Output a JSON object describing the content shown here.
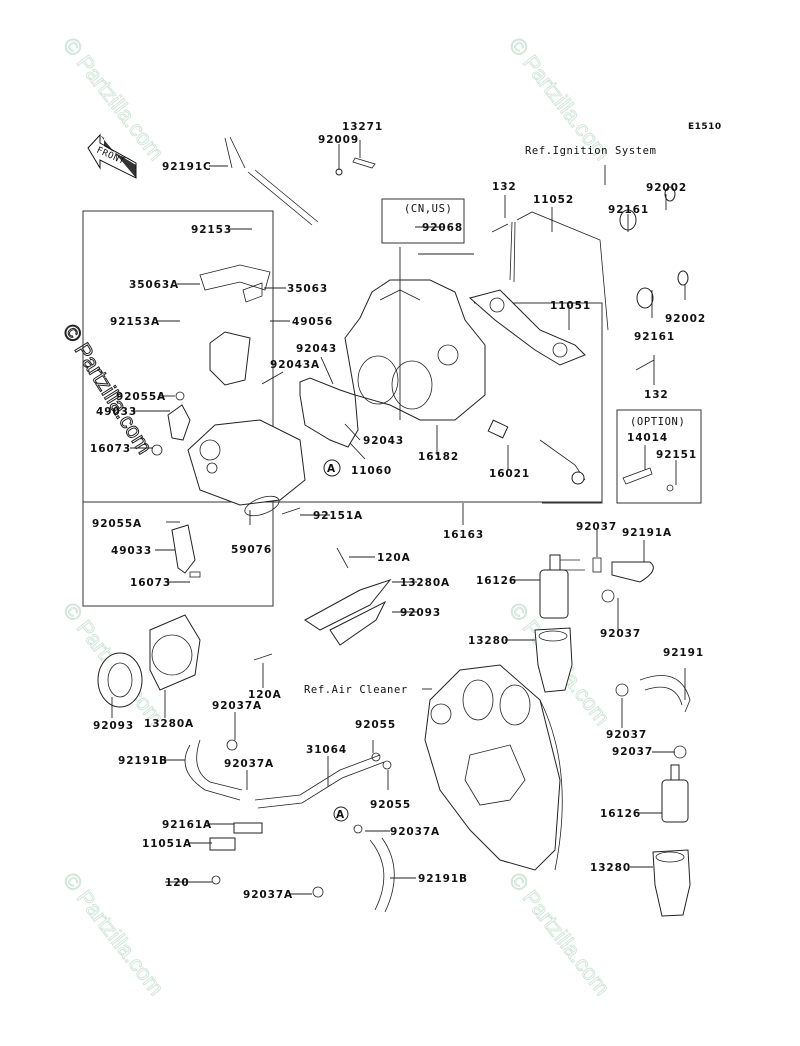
{
  "diagram": {
    "code": "E1510",
    "watermark": "© Partzilla.com",
    "front_indicator": "FRONT",
    "references": {
      "ignition": "Ref.Ignition System",
      "air_cleaner": "Ref.Air Cleaner"
    },
    "boxes": {
      "cn_us": "(CN,US)",
      "option": "(OPTION)"
    },
    "callout_marker": "A",
    "labels": {
      "p13271": "13271",
      "p92009": "92009",
      "p92191C": "92191C",
      "p92068": "92068",
      "p132_top": "132",
      "p11052": "11052",
      "p92161_top": "92161",
      "p92002_top": "92002",
      "p92153": "92153",
      "p35063A": "35063A",
      "p35063": "35063",
      "p92153A": "92153A",
      "p49056": "49056",
      "p11051": "11051",
      "p92002_mid": "92002",
      "p92161_mid": "92161",
      "p132_mid": "132",
      "p92043_a": "92043",
      "p92043A": "92043A",
      "p92055A_top": "92055A",
      "p49033_top": "49033",
      "p16073_top": "16073",
      "p92043_b": "92043",
      "p11060": "11060",
      "p16182": "16182",
      "p16021": "16021",
      "p14014": "14014",
      "p92151": "92151",
      "p92055A_low": "92055A",
      "p92151A": "92151A",
      "p49033_low": "49033",
      "p59076": "59076",
      "p16073_low": "16073",
      "p16163": "16163",
      "p120A_top": "120A",
      "p13280A_right": "13280A",
      "p92093_right": "92093",
      "p92037_a": "92037",
      "p92191A": "92191A",
      "p16126_top": "16126",
      "p92037_b": "92037",
      "p13280_top": "13280",
      "p120A_low": "120A",
      "p92093_left": "92093",
      "p13280A_left": "13280A",
      "p92037A_a": "92037A",
      "p92191B_left": "92191B",
      "p92037A_b": "92037A",
      "p31064": "31064",
      "p92055_a": "92055",
      "p92055_b": "92055",
      "p92191": "92191",
      "p92037_c": "92037",
      "p92037_d": "92037",
      "p92161A": "92161A",
      "p11051A": "11051A",
      "p92037A_c": "92037A",
      "p16126_low": "16126",
      "p120": "120",
      "p92037A_d": "92037A",
      "p92191B_right": "92191B",
      "p13280_low": "13280"
    }
  }
}
